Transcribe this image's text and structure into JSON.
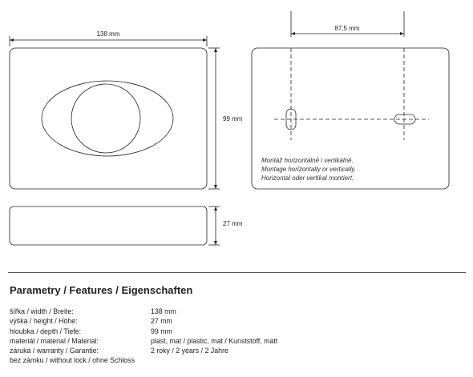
{
  "drawing": {
    "width_dim": "138 mm",
    "height_dim": "99 mm",
    "depth_dim": "27 mm",
    "hole_spacing_dim": "87,5 mm",
    "mount_note": [
      "Montáž horizontálně i vertikálně.",
      "Montage horizontally or vertically.",
      "Horizontal oder vertikal montiert."
    ]
  },
  "features": {
    "title": "Parametry / Features / Eigenschaften",
    "rows": [
      {
        "label": "šířka / width / Breite:",
        "value": "138 mm"
      },
      {
        "label": "výška / height / Höhe:",
        "value": "27 mm"
      },
      {
        "label": "hloubka / depth / Tiefe:",
        "value": "99 mm"
      },
      {
        "label": "materiál / material / Material:",
        "value": "plast, mat / plastic, mat / Kunststoff, matt"
      },
      {
        "label": "záruka / warranty / Garantie:",
        "value": "2 roky / 2 years / 2 Jahre"
      },
      {
        "label": "bez zámku / without lock / ohne Schloss",
        "value": ""
      }
    ]
  }
}
